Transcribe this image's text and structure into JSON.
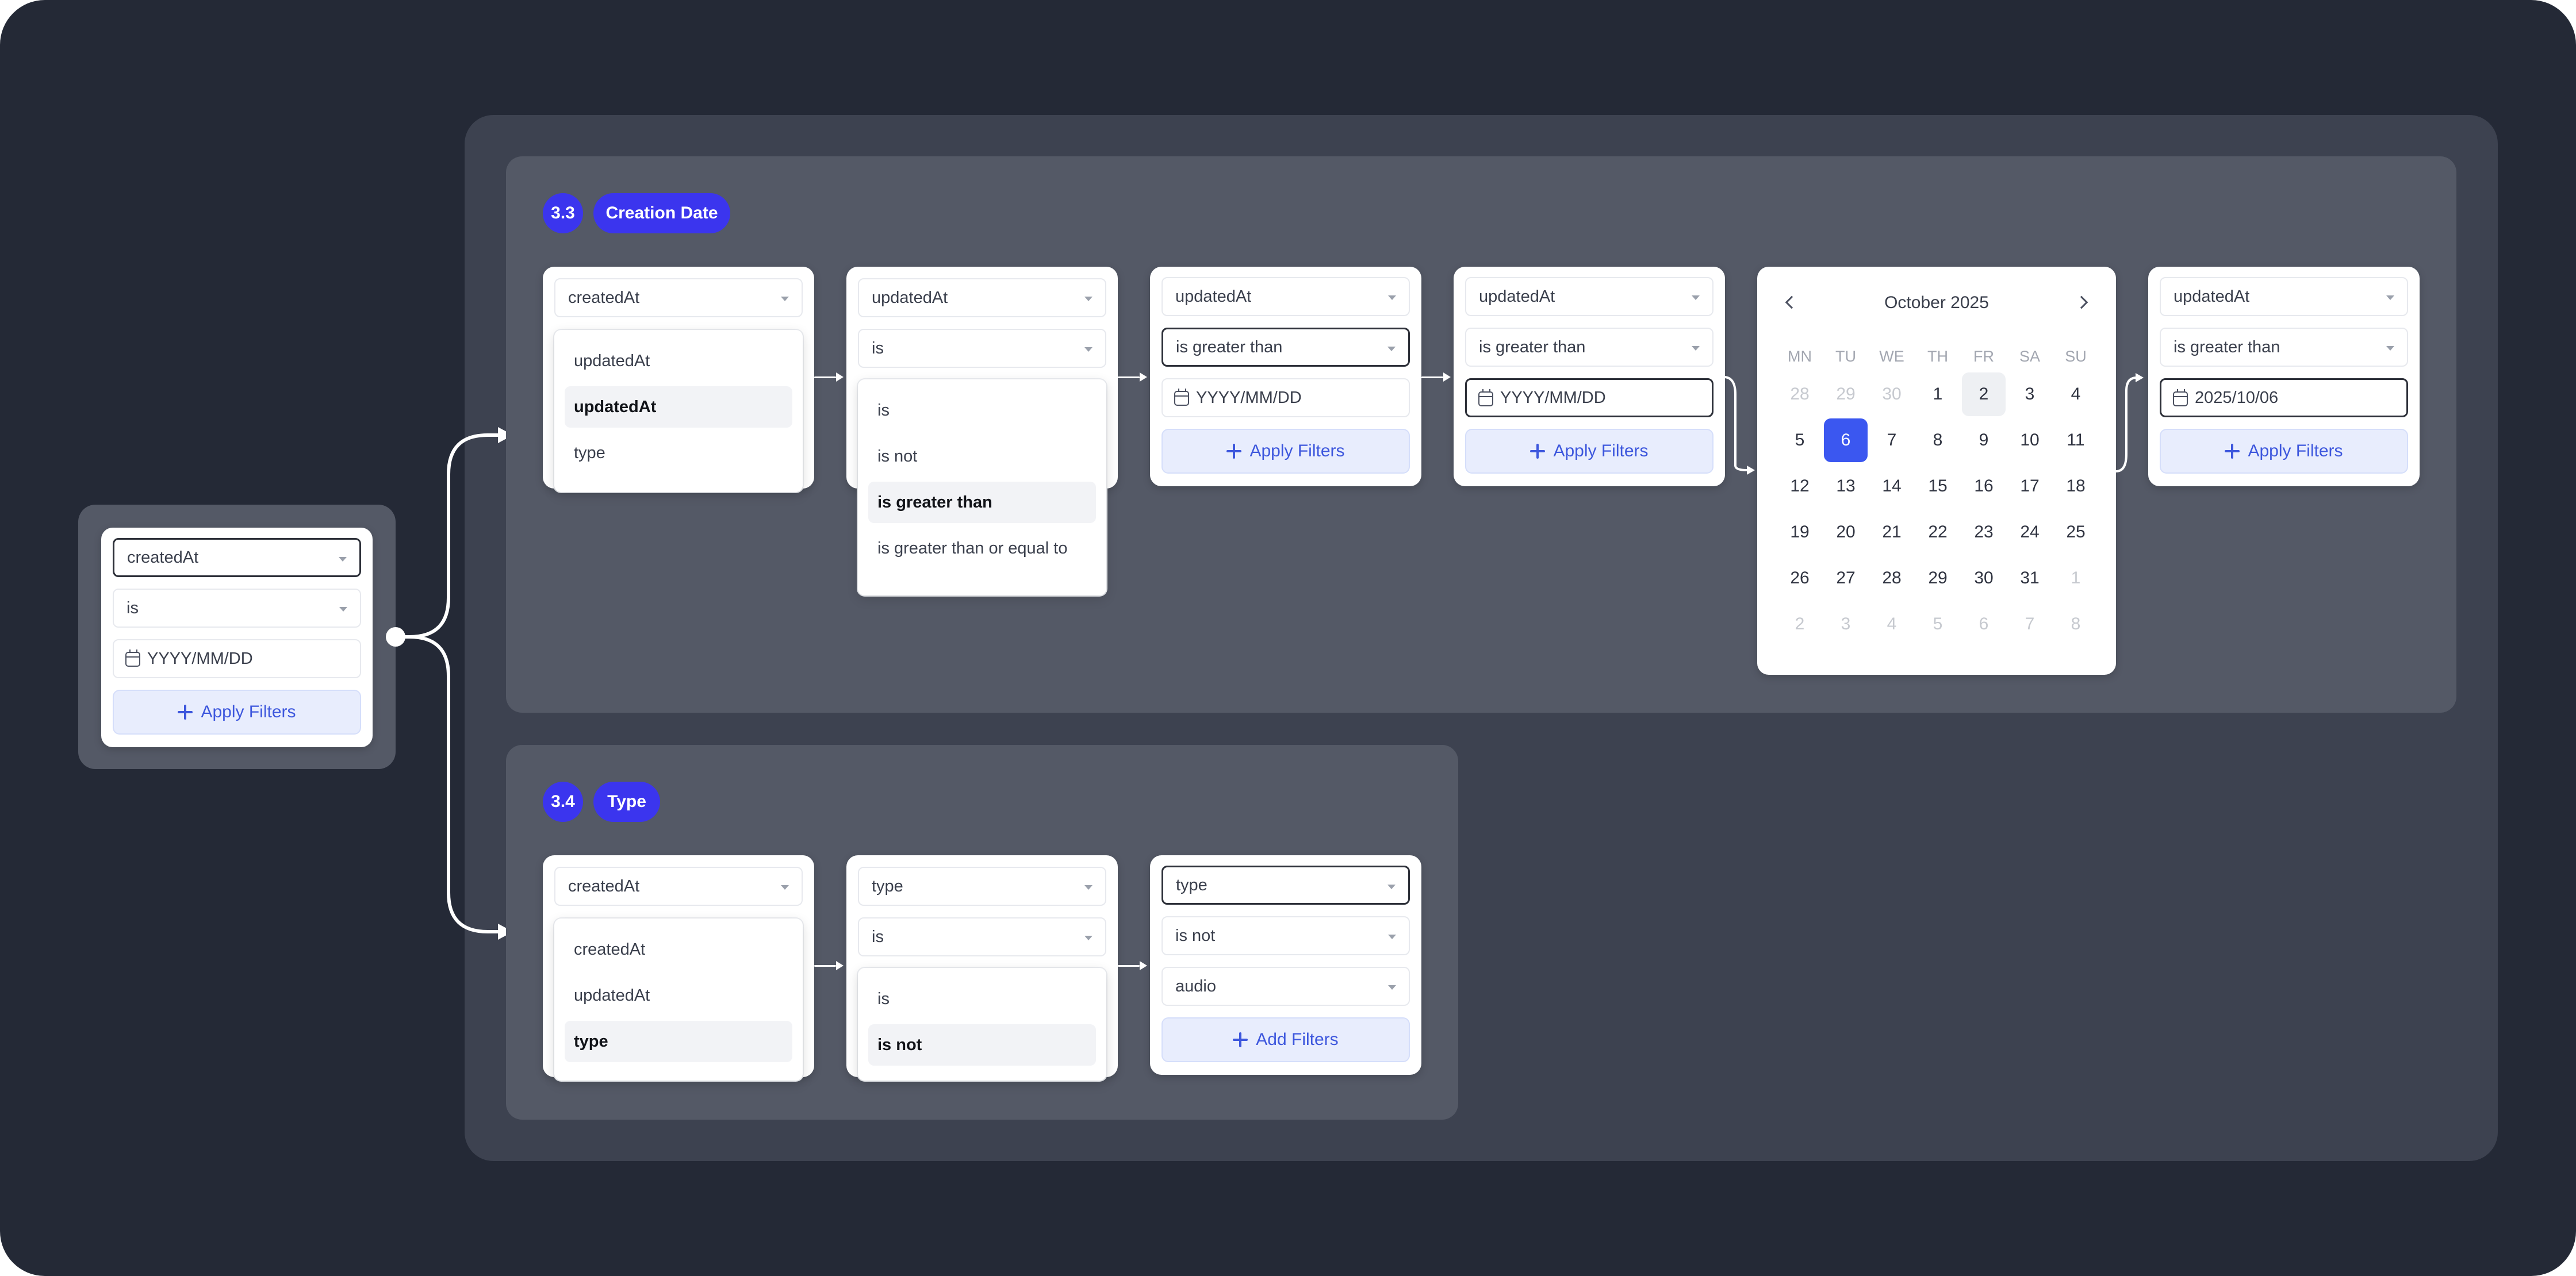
{
  "sections": {
    "creation": {
      "number": "3.3",
      "title": "Creation Date"
    },
    "type": {
      "number": "3.4",
      "title": "Type"
    }
  },
  "source": {
    "field": "createdAt",
    "operator": "is",
    "date_placeholder": "YYYY/MM/DD",
    "apply": "Apply Filters"
  },
  "cd": {
    "s1": {
      "field": "createdAt",
      "options": [
        "updatedAt",
        "updatedAt",
        "type"
      ],
      "selected_index": 1
    },
    "s2": {
      "field": "updatedAt",
      "operator": "is",
      "options": [
        "is",
        "is not",
        "is greater than",
        "is greater than or equal to"
      ],
      "selected_index": 2
    },
    "s3": {
      "field": "updatedAt",
      "operator": "is greater than",
      "date_placeholder": "YYYY/MM/DD",
      "apply": "Apply Filters"
    },
    "s4": {
      "field": "updatedAt",
      "operator": "is greater than",
      "date_placeholder": "YYYY/MM/DD",
      "apply": "Apply Filters"
    },
    "calendar": {
      "month": "October 2025",
      "weekdays": [
        "MN",
        "TU",
        "WE",
        "TH",
        "FR",
        "SA",
        "SU"
      ],
      "days": [
        "28",
        "29",
        "30",
        "1",
        "2",
        "3",
        "4",
        "5",
        "6",
        "7",
        "8",
        "9",
        "10",
        "11",
        "12",
        "13",
        "14",
        "15",
        "16",
        "17",
        "18",
        "19",
        "20",
        "21",
        "22",
        "23",
        "24",
        "25",
        "26",
        "27",
        "28",
        "29",
        "30",
        "31",
        "1",
        "2",
        "3",
        "4",
        "5",
        "6",
        "7",
        "8"
      ],
      "muted": [
        0,
        1,
        2,
        34,
        35,
        36,
        37,
        38,
        39,
        40,
        41
      ],
      "highlighted": [
        4
      ],
      "selected": [
        8
      ]
    },
    "s6": {
      "field": "updatedAt",
      "operator": "is greater than",
      "date_value": "2025/10/06",
      "apply": "Apply Filters"
    }
  },
  "ty": {
    "s1": {
      "field": "createdAt",
      "options": [
        "createdAt",
        "updatedAt",
        "type"
      ],
      "selected_index": 2
    },
    "s2": {
      "field": "type",
      "operator": "is",
      "options": [
        "is",
        "is not"
      ],
      "selected_index": 1
    },
    "s3": {
      "field": "type",
      "operator": "is not",
      "value": "audio",
      "action": "Add Filters"
    }
  },
  "colors": {
    "background": "#242936",
    "outer_group": "#3d4250",
    "section": "#545966",
    "badge": "#3b35ee",
    "accent": "#3b57f0",
    "apply_bg": "#e8edfd",
    "apply_text": "#3d57dd"
  }
}
